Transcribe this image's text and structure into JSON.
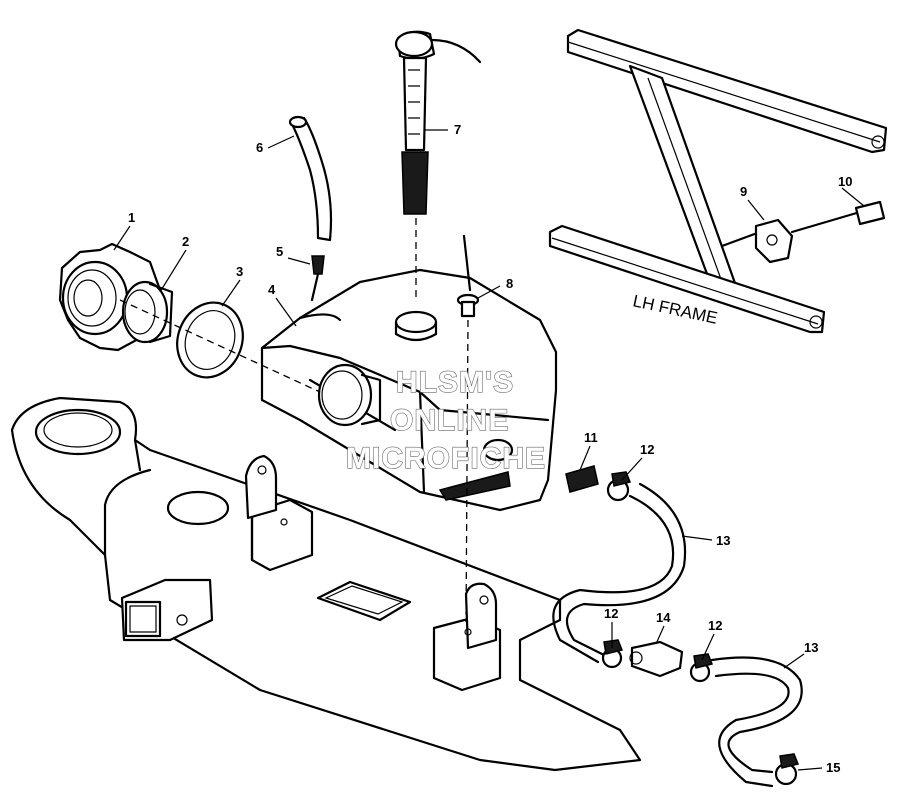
{
  "diagram": {
    "frame_label": "LH FRAME",
    "watermark": [
      "HLSM'S",
      "ONLINE",
      "MICROFICHE"
    ],
    "callouts": [
      "1",
      "2",
      "3",
      "4",
      "5",
      "6",
      "7",
      "8",
      "9",
      "10",
      "11",
      "12",
      "12",
      "12",
      "13",
      "13",
      "14",
      "15"
    ]
  }
}
